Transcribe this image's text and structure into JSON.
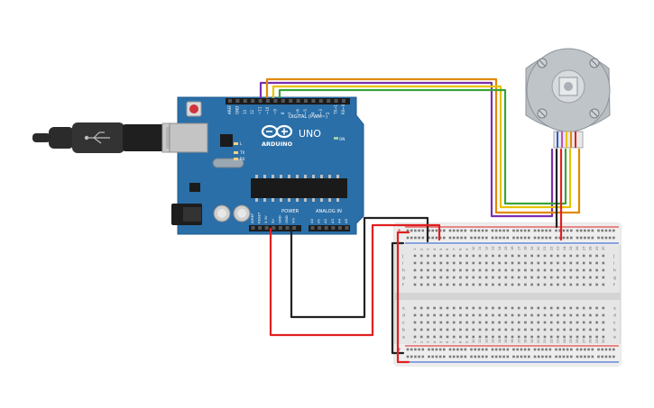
{
  "board": {
    "brand": "ARDUINO",
    "model": "UNO",
    "digital_header": "DIGITAL (PWM~)",
    "power_header": "POWER",
    "analog_header": "ANALOG IN",
    "on_label": "ON",
    "tx_label": "TX",
    "rx_label": "RX",
    "l_label": "L",
    "digital_pins": [
      "AREF",
      "GND",
      "13",
      "12",
      "~11",
      "~10",
      "~9",
      "8",
      "7",
      "~6",
      "~5",
      "4",
      "~3",
      "2",
      "TX→1",
      "RX←0"
    ],
    "power_pins": [
      "IOREF",
      "RESET",
      "3.3V",
      "5V",
      "GND",
      "GND",
      "Vin"
    ],
    "analog_pins": [
      "A0",
      "A1",
      "A2",
      "A3",
      "A4",
      "A5"
    ]
  },
  "breadboard": {
    "columns": [
      "1",
      "2",
      "3",
      "4",
      "5",
      "6",
      "7",
      "8",
      "9",
      "10",
      "11",
      "12",
      "13",
      "14",
      "15",
      "16",
      "17",
      "18",
      "19",
      "20",
      "21",
      "22",
      "23",
      "24",
      "25",
      "26",
      "27",
      "28",
      "29",
      "30"
    ],
    "rows_top": [
      "j",
      "i",
      "h",
      "g",
      "f"
    ],
    "rows_bottom": [
      "e",
      "d",
      "c",
      "b",
      "a"
    ],
    "rail_plus": "+",
    "rail_minus": "-"
  },
  "colors": {
    "board": "#2a6fa8",
    "wire_red": "#e02020",
    "wire_black": "#222222",
    "wire_purple": "#7a2fb0",
    "wire_orange": "#e08a00",
    "wire_yellow": "#e6c200",
    "wire_green": "#3aa33a"
  }
}
